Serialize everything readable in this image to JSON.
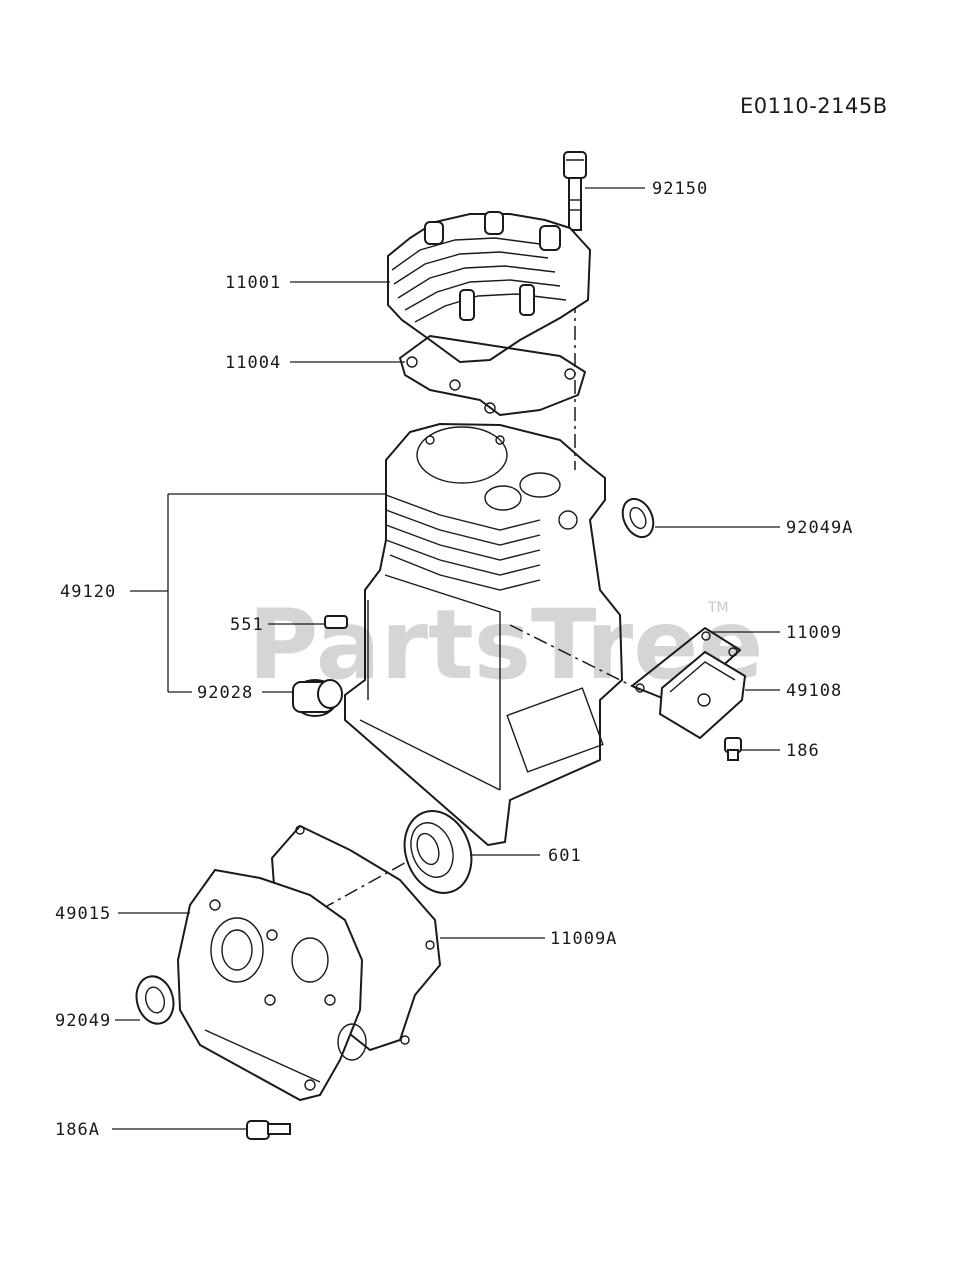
{
  "diagram": {
    "reference_code": "E0110-2145B",
    "watermark": "PartsTree",
    "trademark": "TM",
    "callouts": [
      {
        "id": "92150",
        "label": "92150"
      },
      {
        "id": "11001",
        "label": "11001"
      },
      {
        "id": "11004",
        "label": "11004"
      },
      {
        "id": "92049A",
        "label": "92049A"
      },
      {
        "id": "49120",
        "label": "49120"
      },
      {
        "id": "551",
        "label": "551"
      },
      {
        "id": "11009",
        "label": "11009"
      },
      {
        "id": "92028",
        "label": "92028"
      },
      {
        "id": "49108",
        "label": "49108"
      },
      {
        "id": "186",
        "label": "186"
      },
      {
        "id": "601",
        "label": "601"
      },
      {
        "id": "49015",
        "label": "49015"
      },
      {
        "id": "11009A",
        "label": "11009A"
      },
      {
        "id": "92049",
        "label": "92049"
      },
      {
        "id": "186A",
        "label": "186A"
      }
    ]
  }
}
